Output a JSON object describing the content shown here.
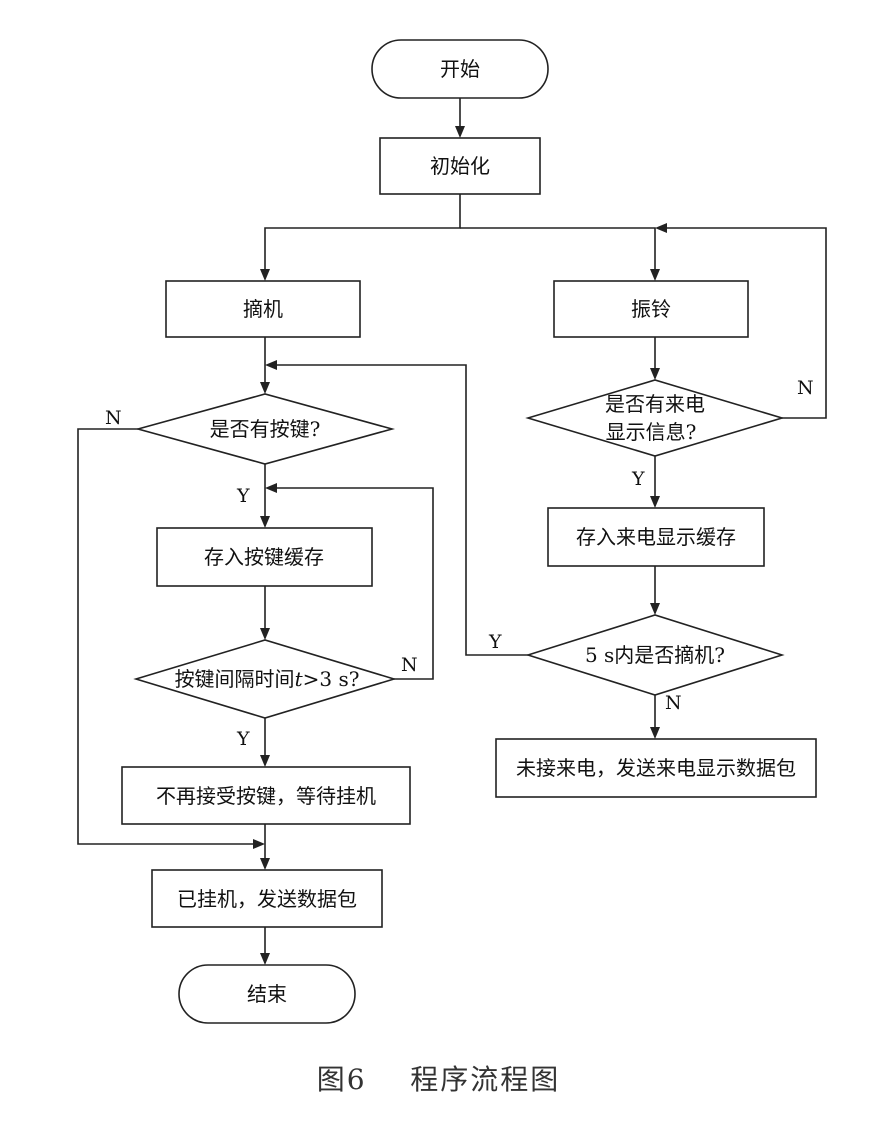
{
  "flowchart": {
    "nodes": {
      "start": "开始",
      "init": "初始化",
      "offhook": "摘机",
      "ring": "振铃",
      "has_key": "是否有按键?",
      "has_caller_id_line1": "是否有来电",
      "has_caller_id_line2": "显示信息?",
      "store_key": "存入按键缓存",
      "store_caller_id": "存入来电显示缓存",
      "key_interval_prefix": "按键间隔时间",
      "key_interval_var": "t",
      "key_interval_suffix": ">3 s?",
      "offhook_in_5s": "5 s内是否摘机?",
      "stop_accept_keys": "不再接受按键，等待挂机",
      "missed_call_send": "未接来电，发送来电显示数据包",
      "onhook_send": "已挂机，发送数据包",
      "end": "结束"
    },
    "edge_labels": {
      "has_key_no": "N",
      "has_key_yes": "Y",
      "key_interval_no": "N",
      "key_interval_yes": "Y",
      "caller_id_no": "N",
      "caller_id_yes": "Y",
      "offhook_5s_yes": "Y",
      "offhook_5s_no": "N"
    }
  },
  "caption": {
    "figure_number": "图6",
    "title": "程序流程图"
  }
}
